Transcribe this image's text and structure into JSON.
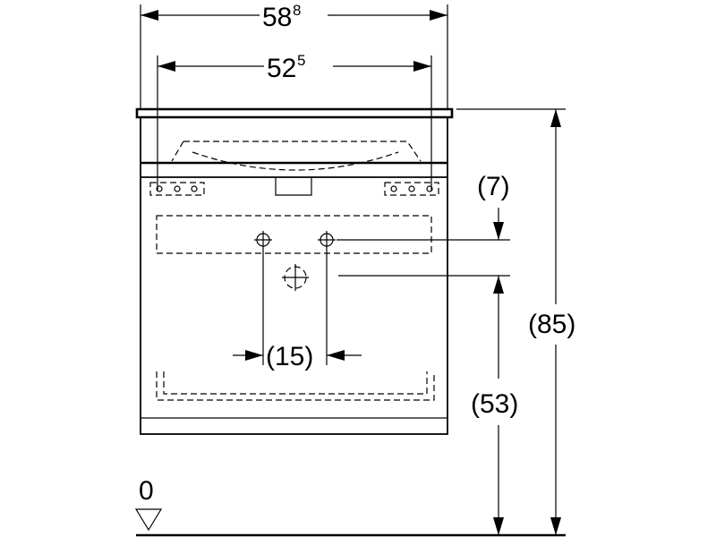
{
  "dimensions": {
    "overall_width": {
      "main": "58",
      "sup": "8"
    },
    "inner_width": {
      "main": "52",
      "sup": "5"
    },
    "top_offset": "(7)",
    "outlet_spacing": "(15)",
    "total_height": "(85)",
    "drain_height": "(53)",
    "floor_level": "0"
  }
}
